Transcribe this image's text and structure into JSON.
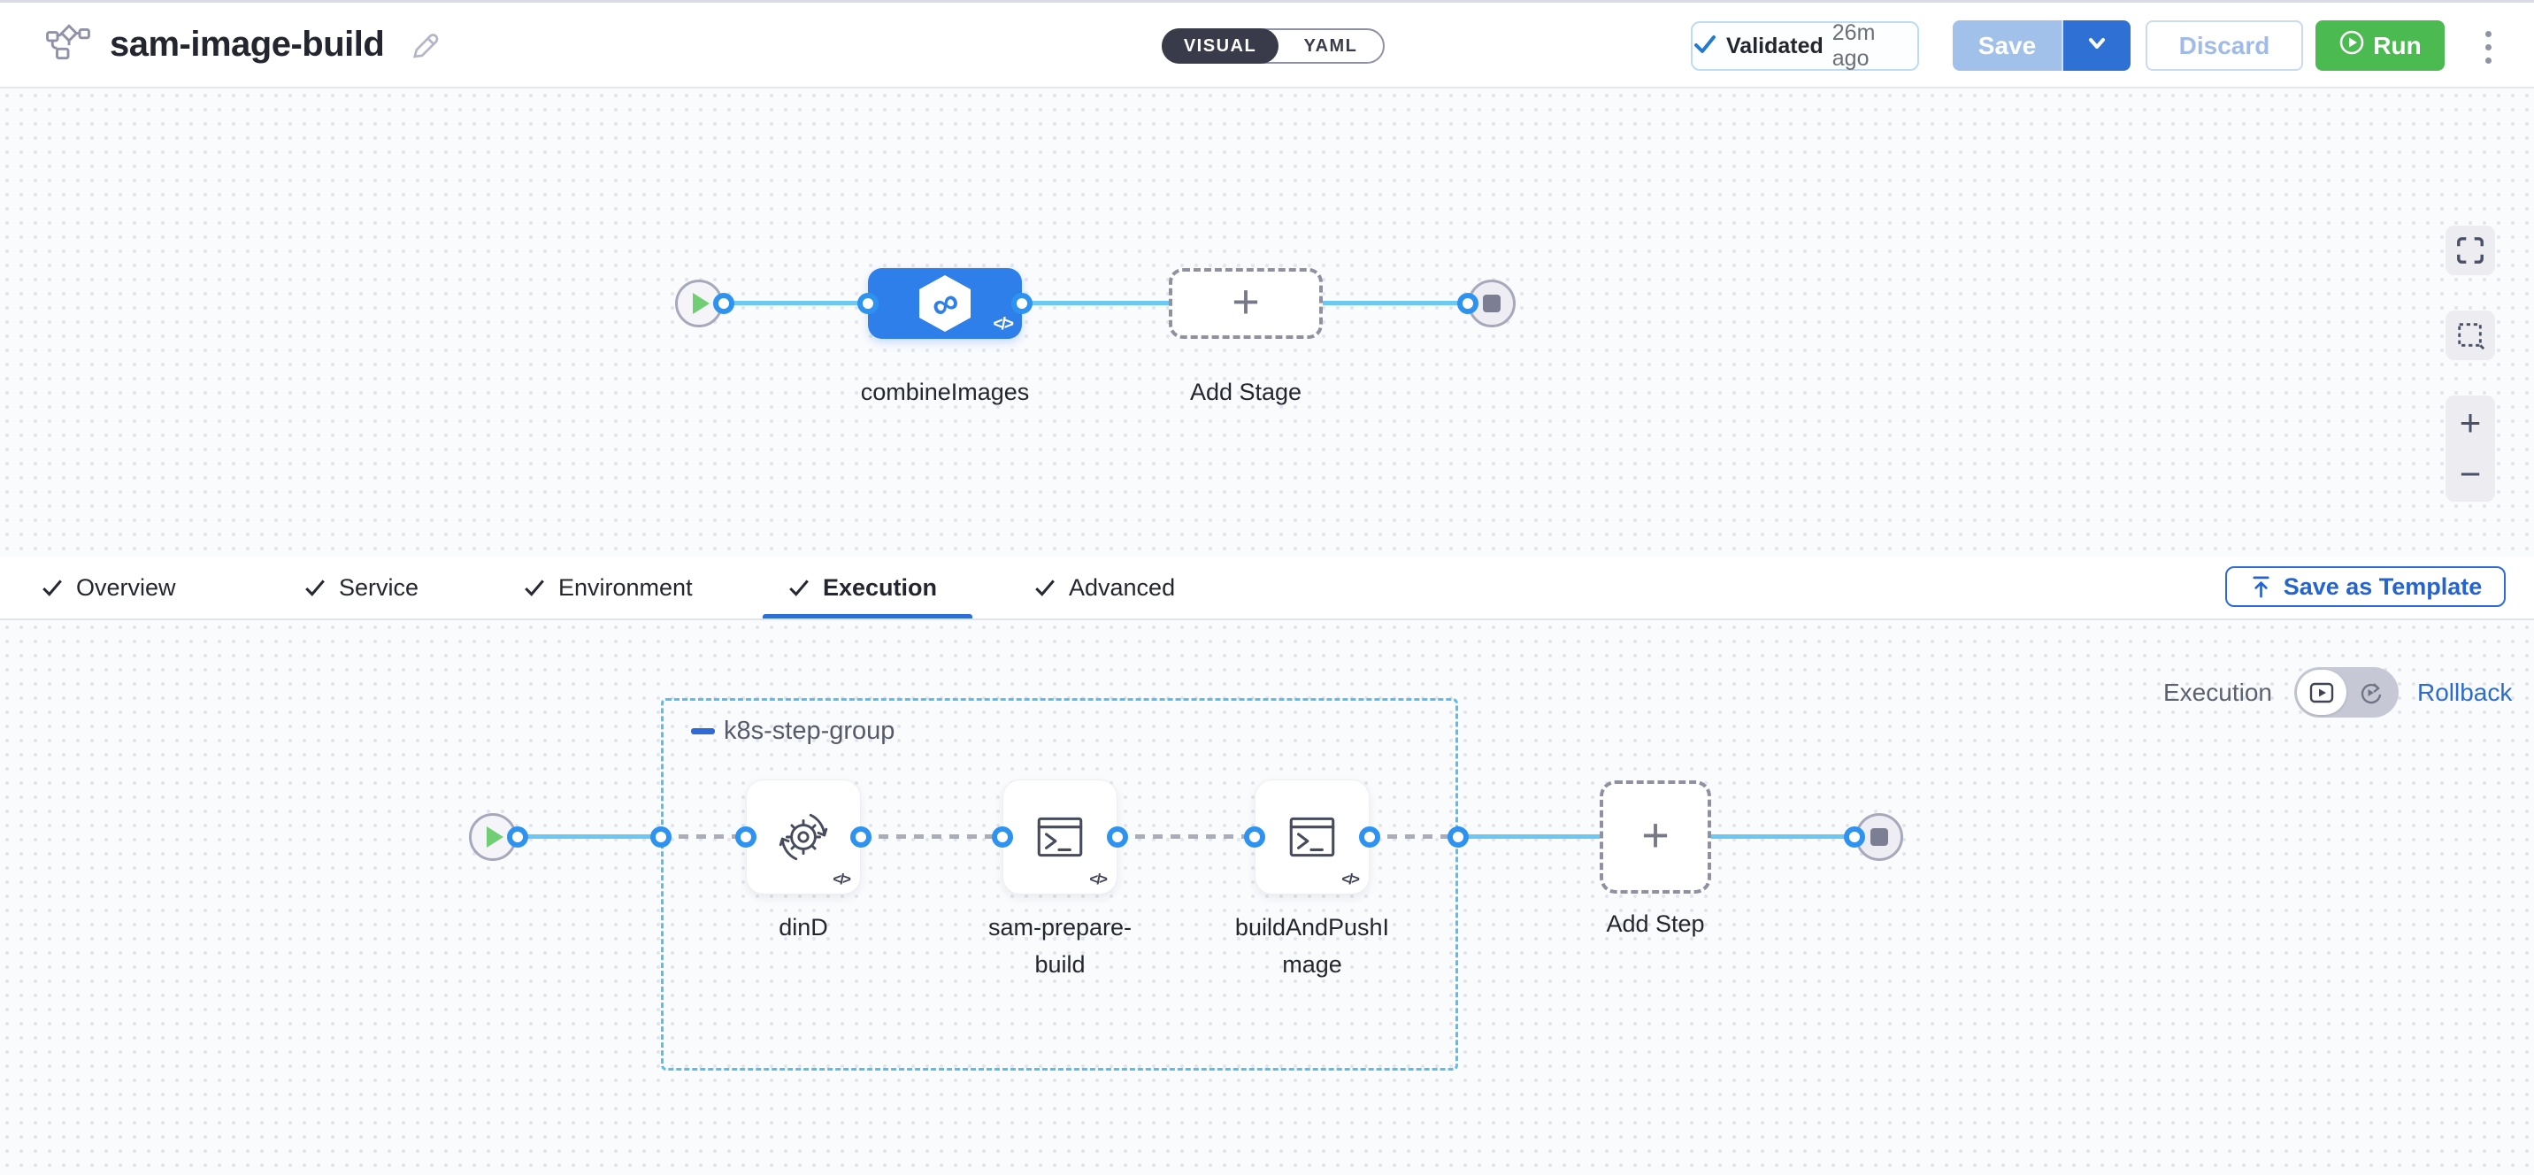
{
  "colors": {
    "primary_blue": "#2f6bd8",
    "stage_blue": "#2e7fe9",
    "connector_blue": "#6cc7f3",
    "ring_blue": "#2e93f0",
    "run_green": "#4bba50",
    "group_border_blue": "#59bfe9",
    "toggle_dark": "#3a3b4a",
    "canvas_bg": "#fafbfd"
  },
  "header": {
    "title": "sam-image-build",
    "mode_toggle": {
      "visual": "VISUAL",
      "yaml": "YAML",
      "selected": "VISUAL"
    },
    "validated_badge": {
      "label": "Validated",
      "time": "26m ago"
    },
    "save_label": "Save",
    "discard_label": "Discard",
    "run_label": "Run"
  },
  "tabs": {
    "items": [
      {
        "label": "Overview",
        "checked": true,
        "active": false
      },
      {
        "label": "Service",
        "checked": true,
        "active": false
      },
      {
        "label": "Environment",
        "checked": true,
        "active": false
      },
      {
        "label": "Execution",
        "checked": true,
        "active": true
      },
      {
        "label": "Advanced",
        "checked": true,
        "active": false
      }
    ],
    "save_as_template": "Save as Template"
  },
  "stage_canvas": {
    "stage_name": "combineImages",
    "add_stage": "Add Stage",
    "stage_icon_glyph": "∞",
    "code_glyph": "</>",
    "plus_glyph": "+"
  },
  "execution_canvas": {
    "mode_label": "Execution",
    "rollback_label": "Rollback",
    "group_name": "k8s-step-group",
    "steps": [
      {
        "label": "dinD",
        "icon": "gear-sync-icon"
      },
      {
        "label": "sam-prepare-build",
        "icon": "terminal-icon"
      },
      {
        "label": "buildAndPushImage",
        "icon": "terminal-icon"
      }
    ],
    "add_step": "Add Step",
    "code_glyph": "</>",
    "plus_glyph": "+"
  },
  "zoom_controls": {
    "zoom_in": "+",
    "zoom_out": "−"
  }
}
